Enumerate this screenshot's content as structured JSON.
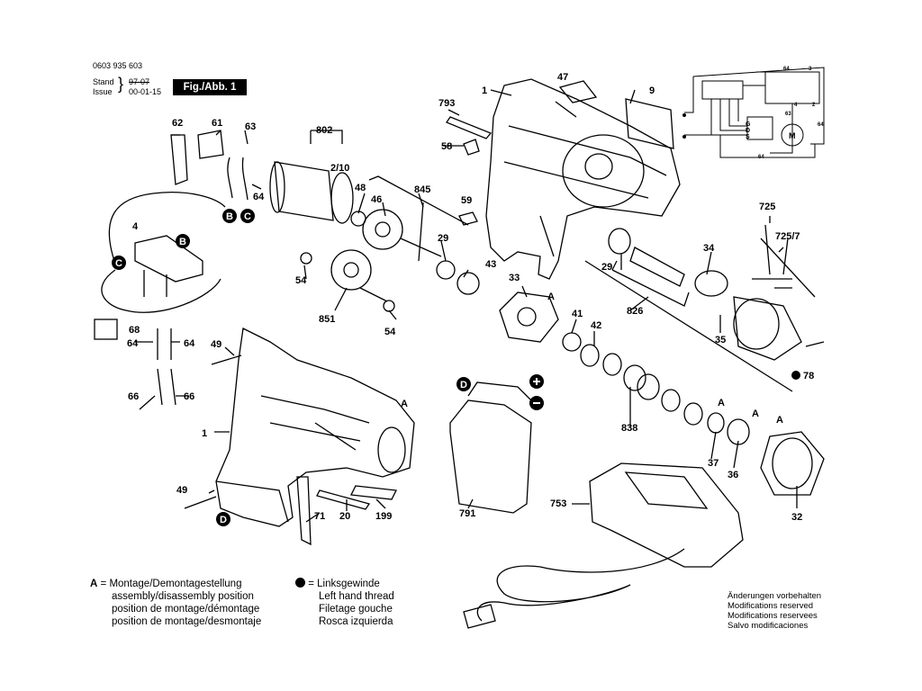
{
  "header": {
    "part_number": "0603 935 603",
    "stand_label": "Stand",
    "issue_label": "Issue",
    "stand_old": "97-07",
    "issue_date": "00-01-15",
    "figure_label": "Fig./Abb. 1"
  },
  "part_labels": {
    "p1a": "1",
    "p1b": "1",
    "p4": "4",
    "p9": "9",
    "p20": "20",
    "p29a": "29",
    "p29b": "29",
    "p32": "32",
    "p33": "33",
    "p34": "34",
    "p35": "35",
    "p36": "36",
    "p37": "37",
    "p41": "41",
    "p42": "42",
    "p43": "43",
    "p46": "46",
    "p47": "47",
    "p48": "48",
    "p49a": "49",
    "p49b": "49",
    "p54a": "54",
    "p54b": "54",
    "p58": "58",
    "p59": "59",
    "p61": "61",
    "p62": "62",
    "p63": "63",
    "p64a": "64",
    "p64b": "64",
    "p64c": "64",
    "p66a": "66",
    "p66b": "66",
    "p68": "68",
    "p71": "71",
    "p78": "78",
    "p199": "199",
    "p210": "2/10",
    "p725": "725",
    "p7257": "725/7",
    "p753": "753",
    "p791": "791",
    "p793": "793",
    "p802": "802",
    "p826": "826",
    "p838": "838",
    "p845": "845",
    "p851": "851"
  },
  "markers": {
    "A": "A",
    "B": "B",
    "C": "C",
    "D": "D"
  },
  "schematic_labels": {
    "w64a": "64",
    "w64b": "64",
    "w64c": "64",
    "w3": "3",
    "w4": "4",
    "w2": "2",
    "w63": "63",
    "g": "G",
    "d": "D",
    "s": "S",
    "m": "M"
  },
  "legend": {
    "a_key": "A",
    "eq": "=",
    "a_lines": [
      "Montage/Demontagestellung",
      "assembly/disassembly position",
      "position de montage/démontage",
      "position de montage/desmontaje"
    ],
    "dot_lines": [
      "Linksgewinde",
      "Left hand thread",
      "Filetage gouche",
      "Rosca izquierda"
    ],
    "mod_lines": [
      "Änderungen vorbehalten",
      "Modifications reserved",
      "Modifications reservees",
      "Salvo modificaciones"
    ]
  }
}
